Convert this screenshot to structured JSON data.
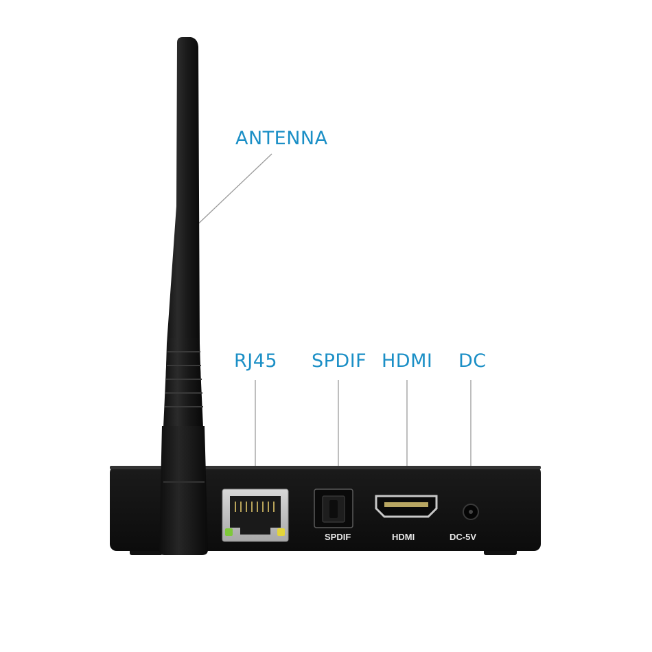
{
  "image": {
    "subject": "tv-box-rear-panel"
  },
  "callouts": {
    "antenna": "ANTENNA",
    "rj45": "RJ45",
    "spdif": "SPDIF",
    "hdmi": "HDMI",
    "dc": "DC"
  },
  "device_labels": {
    "spdif": "SPDIF",
    "hdmi": "HDMI",
    "dc": "DC-5V"
  },
  "colors": {
    "callout_text": "#1b8fc6",
    "leader_line": "#9a9a9a",
    "device_body": "#141414",
    "port_print": "#e8e8e8",
    "led_green": "#7ec83a",
    "led_yellow": "#e3d43a"
  }
}
